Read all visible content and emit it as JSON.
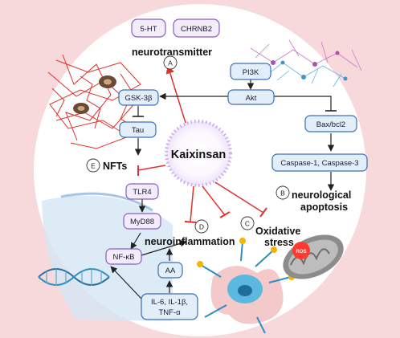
{
  "center_label": "Kaixinsan",
  "nodes": {
    "ht": "5-HT",
    "chrnb2": "CHRNB2",
    "pi3k": "PI3K",
    "akt": "Akt",
    "gsk": "GSK-3β",
    "tau": "Tau",
    "bax": "Bax/bcl2",
    "caspase": "Caspase-1, Caspase-3",
    "tlr4": "TLR4",
    "myd88": "MyD88",
    "nfkb": "NF-κB",
    "aa": "AA",
    "cyto_line1": "IL-6, IL-1β,",
    "cyto_line2": "TNF-α"
  },
  "outcomes": {
    "neurotransmitter": "neurotransmitter",
    "nfts": "NFTs",
    "neuroinflammation": "neuroinflammation",
    "oxidative_line1": "Oxidative",
    "oxidative_line2": "stress",
    "apoptosis_line1": "neurological",
    "apoptosis_line2": "apoptosis"
  },
  "markers": {
    "a": "A",
    "b": "B",
    "c": "C",
    "d": "D",
    "e": "E"
  },
  "ros_label": "ROS",
  "colors": {
    "background": "#f7d9dc",
    "circle": "#ffffff",
    "purple_stroke": "#8a5cc4",
    "purple_fill": "#f2ecfb",
    "blue_stroke": "#3a6fb5",
    "blue_fill": "#e3eefb",
    "inhibit_red": "#e0322c",
    "arrow_dark": "#222222"
  }
}
